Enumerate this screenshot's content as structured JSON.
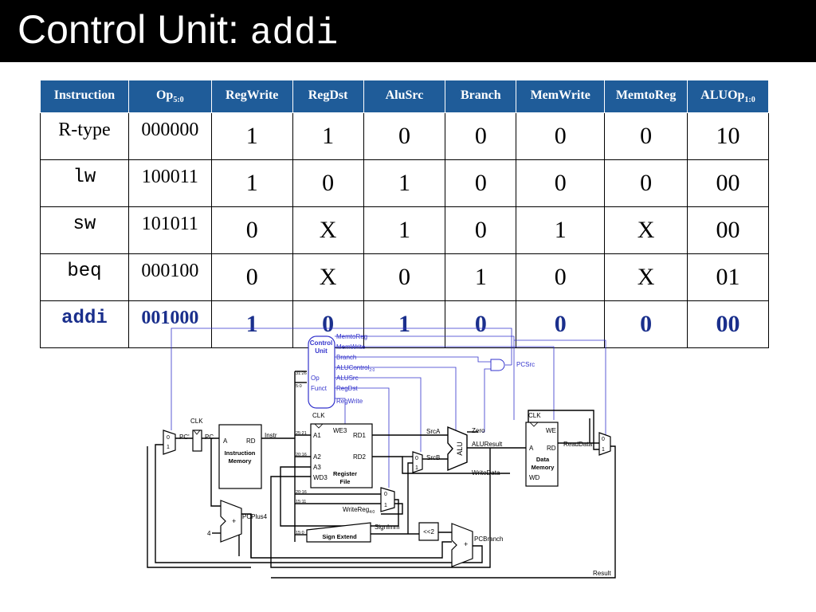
{
  "title": {
    "main": "Control Unit:",
    "code": "addi"
  },
  "table": {
    "headers": [
      {
        "text": "Instruction",
        "sub": ""
      },
      {
        "text": "Op",
        "sub": "5:0"
      },
      {
        "text": "RegWrite",
        "sub": ""
      },
      {
        "text": "RegDst",
        "sub": ""
      },
      {
        "text": "AluSrc",
        "sub": ""
      },
      {
        "text": "Branch",
        "sub": ""
      },
      {
        "text": "MemWrite",
        "sub": ""
      },
      {
        "text": "MemtoReg",
        "sub": ""
      },
      {
        "text": "ALUOp",
        "sub": "1:0"
      }
    ],
    "rows": [
      {
        "instruction": "R-type",
        "op": "000000",
        "regwrite": "1",
        "regdst": "1",
        "alusrc": "0",
        "branch": "0",
        "memwrite": "0",
        "memtoreg": "0",
        "aluop": "10"
      },
      {
        "instruction": "lw",
        "op": "100011",
        "regwrite": "1",
        "regdst": "0",
        "alusrc": "1",
        "branch": "0",
        "memwrite": "0",
        "memtoreg": "0",
        "aluop": "00"
      },
      {
        "instruction": "sw",
        "op": "101011",
        "regwrite": "0",
        "regdst": "X",
        "alusrc": "1",
        "branch": "0",
        "memwrite": "1",
        "memtoreg": "X",
        "aluop": "00"
      },
      {
        "instruction": "beq",
        "op": "000100",
        "regwrite": "0",
        "regdst": "X",
        "alusrc": "0",
        "branch": "1",
        "memwrite": "0",
        "memtoreg": "X",
        "aluop": "01"
      },
      {
        "instruction": "addi",
        "op": "001000",
        "regwrite": "1",
        "regdst": "0",
        "alusrc": "1",
        "branch": "0",
        "memwrite": "0",
        "memtoreg": "0",
        "aluop": "00"
      }
    ],
    "highlight_color": "#1a2f8c",
    "header_color": "#1f5c99"
  },
  "diagram": {
    "control_unit": {
      "line1": "Control",
      "line2": "Unit",
      "op": "Op",
      "funct": "Funct"
    },
    "signals": {
      "memtoreg": "MemtoReg",
      "memwrite": "MemWrite",
      "branch": "Branch",
      "alucontrol": "ALUControl",
      "alucontrol_sub": "2:0",
      "alusrc": "ALUSrc",
      "regdst": "RegDst",
      "regwrite": "RegWrite",
      "pcsrc": "PCSrc"
    },
    "labels": {
      "clk": "CLK",
      "pc_prime": "PC'",
      "pc": "PC",
      "a": "A",
      "rd": "RD",
      "imem1": "Instruction",
      "imem2": "Memory",
      "instr": "Instr",
      "we3": "WE3",
      "a1": "A1",
      "a2": "A2",
      "a3": "A3",
      "wd3": "WD3",
      "rd1": "RD1",
      "rd2": "RD2",
      "rf1": "Register",
      "rf2": "File",
      "srca": "SrcA",
      "srcb": "SrcB",
      "zero": "Zero",
      "alu": "ALU",
      "aluresult": "ALUResult",
      "writedata": "WriteData",
      "we": "WE",
      "wd": "WD",
      "dm1": "Data",
      "dm2": "Memory",
      "readdata": "ReadData",
      "writereg": "WriteReg",
      "writereg_sub": "4:0",
      "signimm": "SignImm",
      "sign_extend": "Sign Extend",
      "shift": "<<2",
      "pcplus4": "PCPlus4",
      "pcbranch": "PCBranch",
      "result": "Result",
      "four": "4",
      "plus": "+",
      "zero_in": "0",
      "one_in": "1",
      "b3126": "31:26",
      "b50": "5:0",
      "b2521": "25:21",
      "b2016a": "20:16",
      "b2016b": "20:16",
      "b1511": "15:11",
      "b150": "15:0"
    }
  }
}
